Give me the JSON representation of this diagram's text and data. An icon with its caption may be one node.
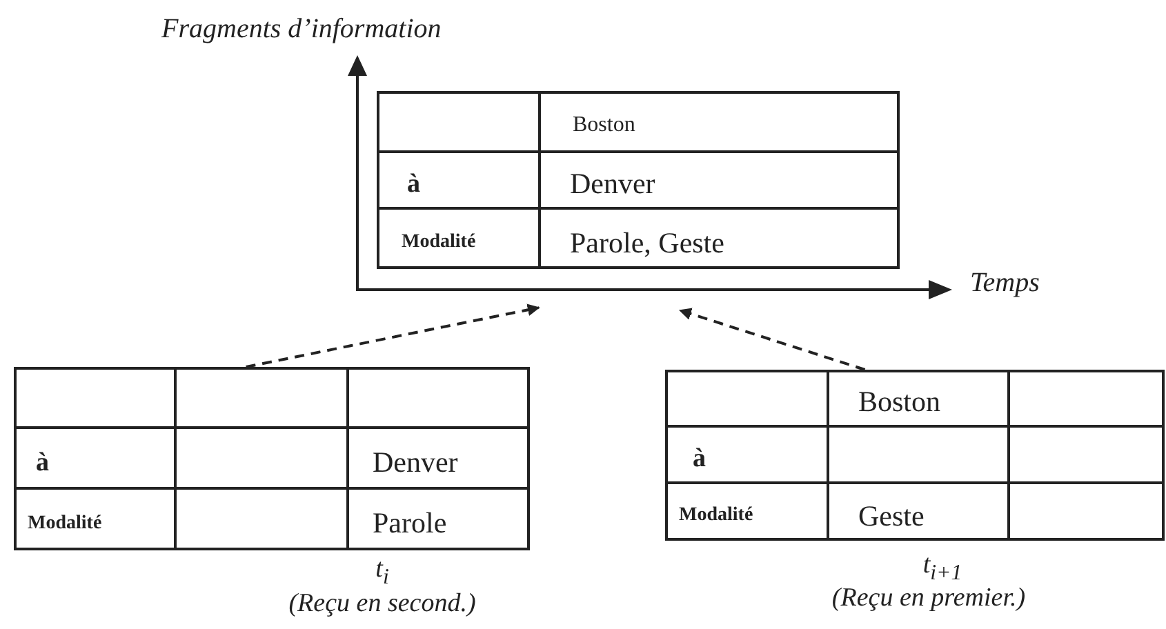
{
  "diagram": {
    "nodes": [
      {
        "text": [
          "Boston",
          "à",
          "Denver",
          "Modalité",
          "Parole, Geste"
        ]
      },
      {
        "text": [
          "à",
          "Denver",
          "Modalité",
          "Parole"
        ],
        "beside": [
          "t$_{i}$",
          "(Reçu en second.)"
        ]
      },
      {
        "text": [
          "Boston",
          "à",
          "Modalité",
          "Geste"
        ],
        "beside": [
          "t$_{i+1}$",
          "(Reçu en premier.)"
        ]
      }
    ],
    "edges": [
      {
        "from": 1,
        "to": 0,
        "arrow": "to",
        "style": "dashed"
      },
      {
        "from": 2,
        "to": 0,
        "arrow": "to",
        "style": "dashed"
      }
    ],
    "labels": [
      "Fragments d’information",
      "Temps"
    ]
  }
}
